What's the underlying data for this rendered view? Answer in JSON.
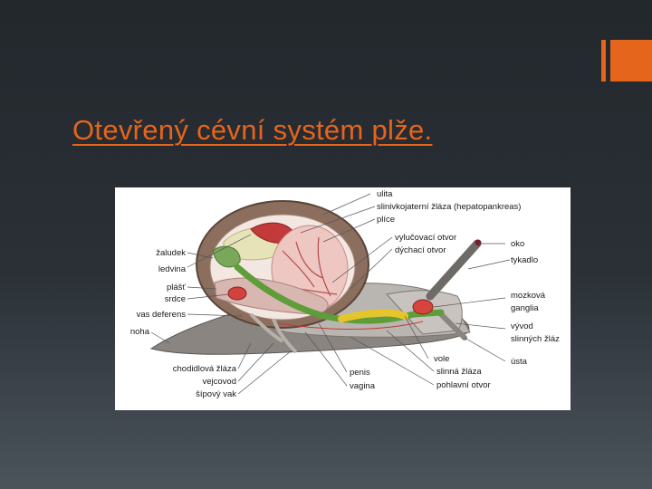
{
  "slide": {
    "title": "Otevřený cévní systém plže."
  },
  "diagram": {
    "labels": {
      "ulita": "ulita",
      "slinivkojaterni_zlaza": "slinivkojaterní žláza (hepatopankreas)",
      "plice": "plíce",
      "vylucovaci_otvor": "vylučovací otvor",
      "dychaci_otvor": "dýchací otvor",
      "oko": "oko",
      "tykadlo": "tykadlo",
      "zaludek": "žaludek",
      "ledvina": "ledvina",
      "plast": "plášť",
      "srdce": "srdce",
      "vas_deferens": "vas deferens",
      "noha": "noha",
      "mozkova": "mozková",
      "ganglia": "ganglia",
      "vyvod": "vývod",
      "slinnych_zlaz": "slinných žláz",
      "usta": "ústa",
      "vole": "vole",
      "slinna_zlaza": "slinná žláza",
      "pohlavni_otvor": "pohlavní otvor",
      "penis": "penis",
      "vagina": "vagina",
      "chodidlova_zlaza": "chodidlová žláza",
      "vejcovod": "vejcovod",
      "sipovy_vak": "šípový vak"
    }
  },
  "colors": {
    "accent": "#e5651c",
    "background": "#23282d"
  }
}
